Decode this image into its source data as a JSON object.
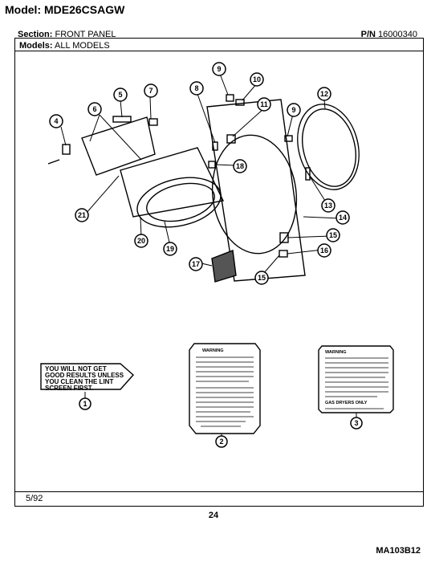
{
  "header": {
    "model_label": "Model:",
    "model_value": "MDE26CSAGW",
    "section_label": "Section:",
    "section_value": "FRONT PANEL",
    "pn_label": "P/N",
    "pn_value": "16000340",
    "models_label": "Models:",
    "models_value": "ALL MODELS"
  },
  "diagram": {
    "callouts": [
      "1",
      "2",
      "3",
      "4",
      "5",
      "6",
      "7",
      "8",
      "9",
      "9",
      "10",
      "11",
      "12",
      "13",
      "14",
      "15",
      "15",
      "16",
      "17",
      "18",
      "19",
      "20",
      "21"
    ],
    "lint_label_text": [
      "YOU WILL NOT GET",
      "GOOD RESULTS UNLESS",
      "YOU CLEAN THE LINT",
      "SCREEN FIRST."
    ],
    "warning_label_2_title": "WARNING",
    "warning_label_3_title": "WARNING",
    "gas_dryers_only": "GAS DRYERS ONLY"
  },
  "footer": {
    "date": "5/92",
    "page": "24",
    "doc_code": "MA103B12"
  }
}
